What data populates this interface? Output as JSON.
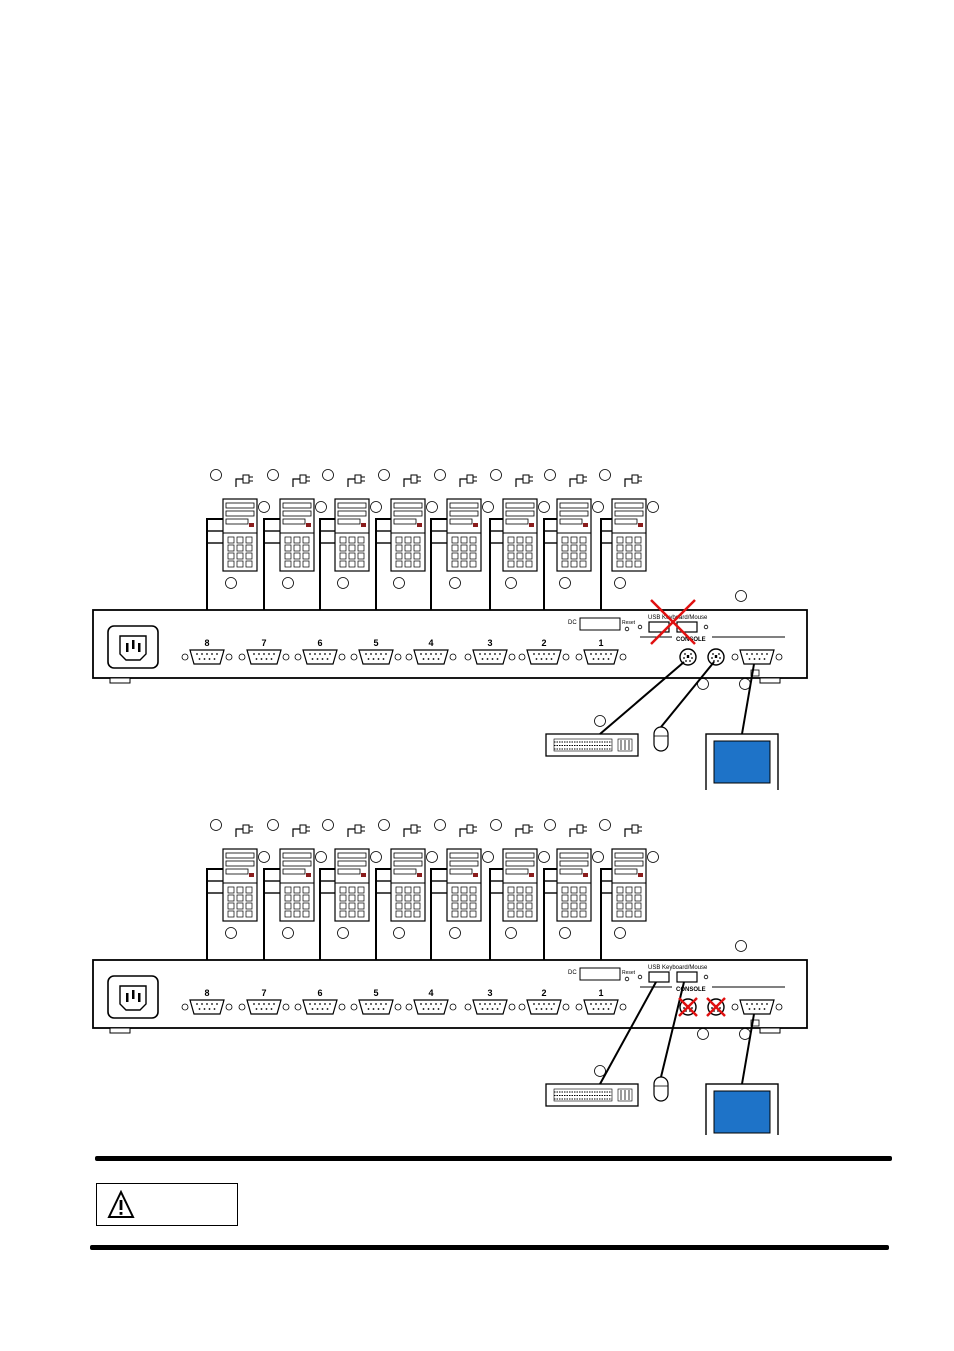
{
  "colors": {
    "line": "#000000",
    "screen": "#1e73c8",
    "panel": "#ffffff",
    "cross": "#e01010",
    "tower": "#ffffff"
  },
  "diagrams": [
    {
      "id": "ps2-console",
      "ports": [
        "8",
        "7",
        "6",
        "5",
        "4",
        "3",
        "2",
        "1"
      ],
      "usb_label": "USB Keyboard/Mouse",
      "console_label": "CONSOLE",
      "dc_label": "DC",
      "reset_label": "Reset",
      "usb_crossed": true,
      "ps2_crossed": false
    },
    {
      "id": "usb-console",
      "ports": [
        "8",
        "7",
        "6",
        "5",
        "4",
        "3",
        "2",
        "1"
      ],
      "usb_label": "USB Keyboard/Mouse",
      "console_label": "CONSOLE",
      "dc_label": "DC",
      "reset_label": "Reset",
      "usb_crossed": false,
      "ps2_crossed": true
    }
  ],
  "caution": {
    "icon": "warning-triangle-icon",
    "label": ""
  }
}
